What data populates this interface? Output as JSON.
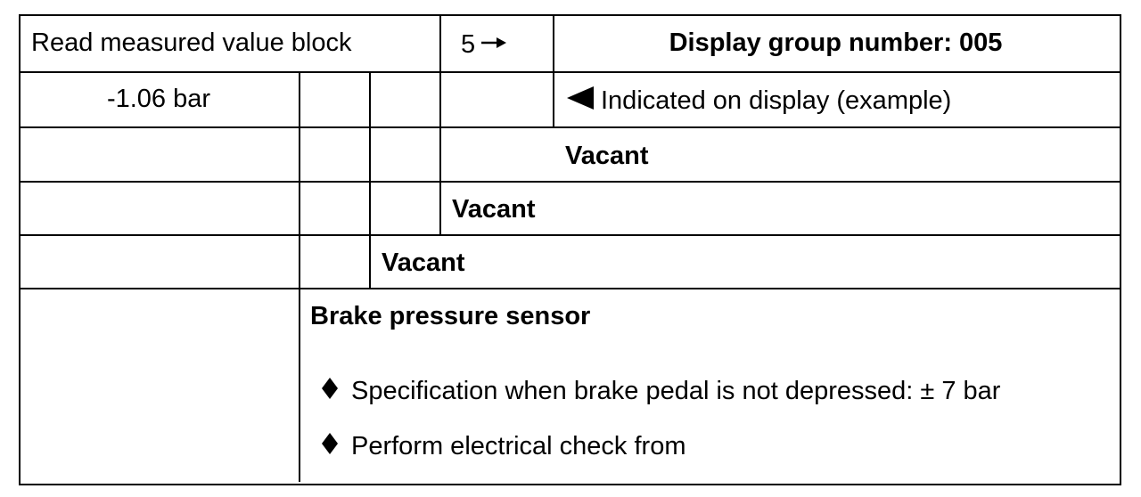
{
  "header": {
    "read_block": "Read measured value block",
    "block_number": "5",
    "display_group": "Display group number: 005"
  },
  "display_row": {
    "value": "-1.06 bar",
    "indicated": "Indicated on display (example)"
  },
  "fields": [
    {
      "label": "Vacant"
    },
    {
      "label": "Vacant"
    },
    {
      "label": "Vacant"
    }
  ],
  "sensor": {
    "title": "Brake pressure sensor",
    "bullets": [
      "Specification when brake pedal is not depressed:  ± 7 bar",
      "Perform electrical check from"
    ]
  },
  "icons": {
    "arrow": "right-arrow-icon",
    "pointer": "left-triangle-icon",
    "bullet": "diamond-bullet-icon"
  }
}
